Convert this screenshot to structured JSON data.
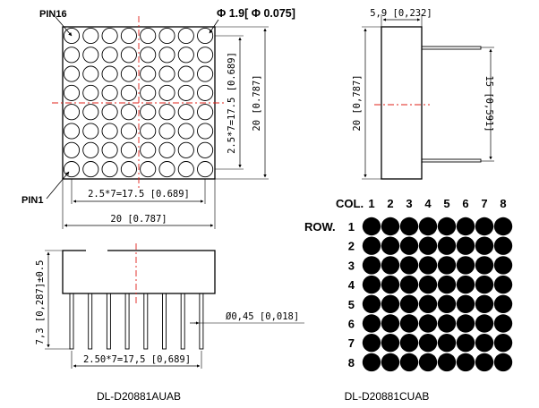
{
  "front_view": {
    "pin16_label": "PIN16",
    "pin1_label": "PIN1",
    "diameter_label": "Φ 1.9[ Φ 0.075]",
    "pitch_h_label": "2.5*7=17.5 [0.689]",
    "pitch_v_label": "2.5*7=17.5 [0.689]",
    "height_label": "20 [0.787]",
    "width_label": "20 [0.787]",
    "matrix_rows": 8,
    "matrix_cols": 8
  },
  "side_view": {
    "depth_label": "5,9 [0,232]",
    "height_label": "20 [0,787]",
    "pin_length_label": "15 [0,591]"
  },
  "bottom_view": {
    "body_height_label": "7,3 [0,287]±0.5",
    "pin_diameter_label": "Ø0,45 [0,018]",
    "pin_pitch_label": "2.50*7=17,5 [0,689]",
    "pin_count": 8
  },
  "pin_map": {
    "col_label": "COL.",
    "row_label": "ROW.",
    "col_numbers": [
      "1",
      "2",
      "3",
      "4",
      "5",
      "6",
      "7",
      "8"
    ],
    "row_numbers": [
      "1",
      "2",
      "3",
      "4",
      "5",
      "6",
      "7",
      "8"
    ]
  },
  "captions": {
    "left_part_number": "DL-D20881AUAB",
    "right_part_number": "DL-D20881CUAB"
  },
  "colors": {
    "line": "#000000",
    "center_line": "#e0201a"
  }
}
